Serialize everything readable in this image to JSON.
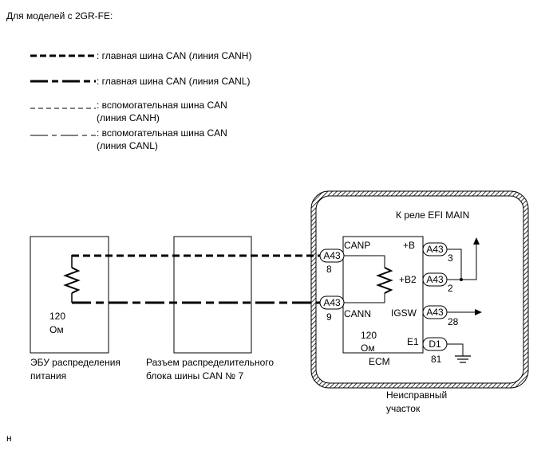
{
  "header": "Для моделей с 2GR-FE:",
  "legend": [
    {
      "label": ": главная шина CAN (линия CANH)",
      "style": "main-canh"
    },
    {
      "label": ": главная шина CAN (линия CANL)",
      "style": "main-canl"
    },
    {
      "label": ": вспомогательная шина CAN",
      "label2": "(линия CANH)",
      "style": "sub-canh"
    },
    {
      "label": ": вспомогательная шина CAN",
      "label2": "(линия CANL)",
      "style": "sub-canl"
    }
  ],
  "power_ecu": {
    "resistor_value": "120",
    "resistor_unit": "Ом",
    "caption_line1": "ЭБУ распределения",
    "caption_line2": "питания"
  },
  "junction": {
    "caption_line1": "Разъем распределительного",
    "caption_line2": "блока шины CAN № 7"
  },
  "faulty_area": {
    "relay_label": "К реле EFI MAIN",
    "caption_line1": "Неисправный",
    "caption_line2": "участок"
  },
  "ecm": {
    "name": "ECM",
    "resistor_value": "120",
    "resistor_unit": "Ом",
    "left_pins": [
      {
        "name": "CANP",
        "connector": "A43",
        "pin": "8"
      },
      {
        "name": "CANN",
        "connector": "A43",
        "pin": "9"
      }
    ],
    "right_pins": [
      {
        "name": "+B",
        "connector": "A43",
        "pin": "3"
      },
      {
        "name": "+B2",
        "connector": "A43",
        "pin": "2"
      },
      {
        "name": "IGSW",
        "connector": "A43",
        "pin": "28"
      },
      {
        "name": "E1",
        "connector": "D1",
        "pin": "81"
      }
    ]
  },
  "footer_code": "н"
}
